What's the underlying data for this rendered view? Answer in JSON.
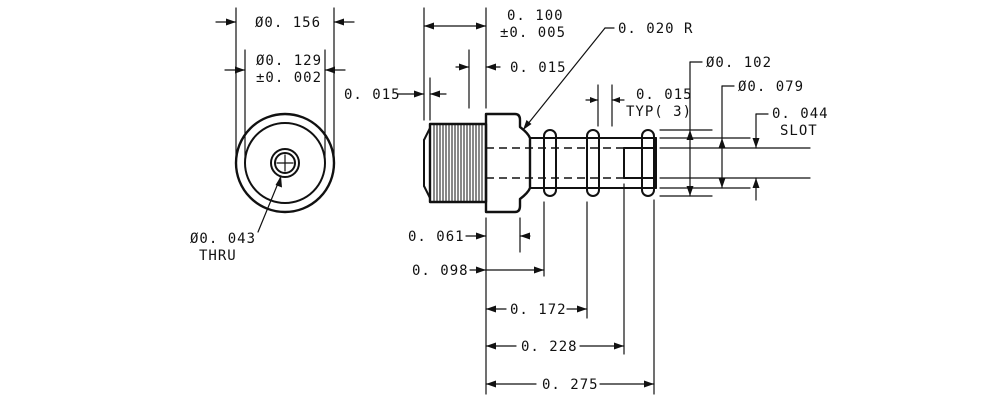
{
  "drawing": {
    "end_view": {
      "outer_diameter": "Ø0. 156",
      "inner_diameter": "Ø0. 129",
      "inner_tolerance": "±0. 002",
      "hole_diameter": "Ø0. 043",
      "hole_note": "THRU"
    },
    "side_view": {
      "overall_width": "0. 100",
      "overall_width_tolerance": "±0. 005",
      "fillet_radius": "0. 020 R",
      "groove_offset": "0. 015",
      "groove_width": "0. 015",
      "groove_note": "TYP( 3)",
      "knurl_offset": "0. 015",
      "flange_diameter": "Ø0. 102",
      "shank_diameter": "Ø0. 079",
      "slot_width": "0. 044",
      "slot_note": "SLOT",
      "dim_061": "0. 061",
      "dim_098": "0. 098",
      "dim_172": "0. 172",
      "dim_228": "0. 228",
      "dim_275": "0. 275"
    }
  }
}
